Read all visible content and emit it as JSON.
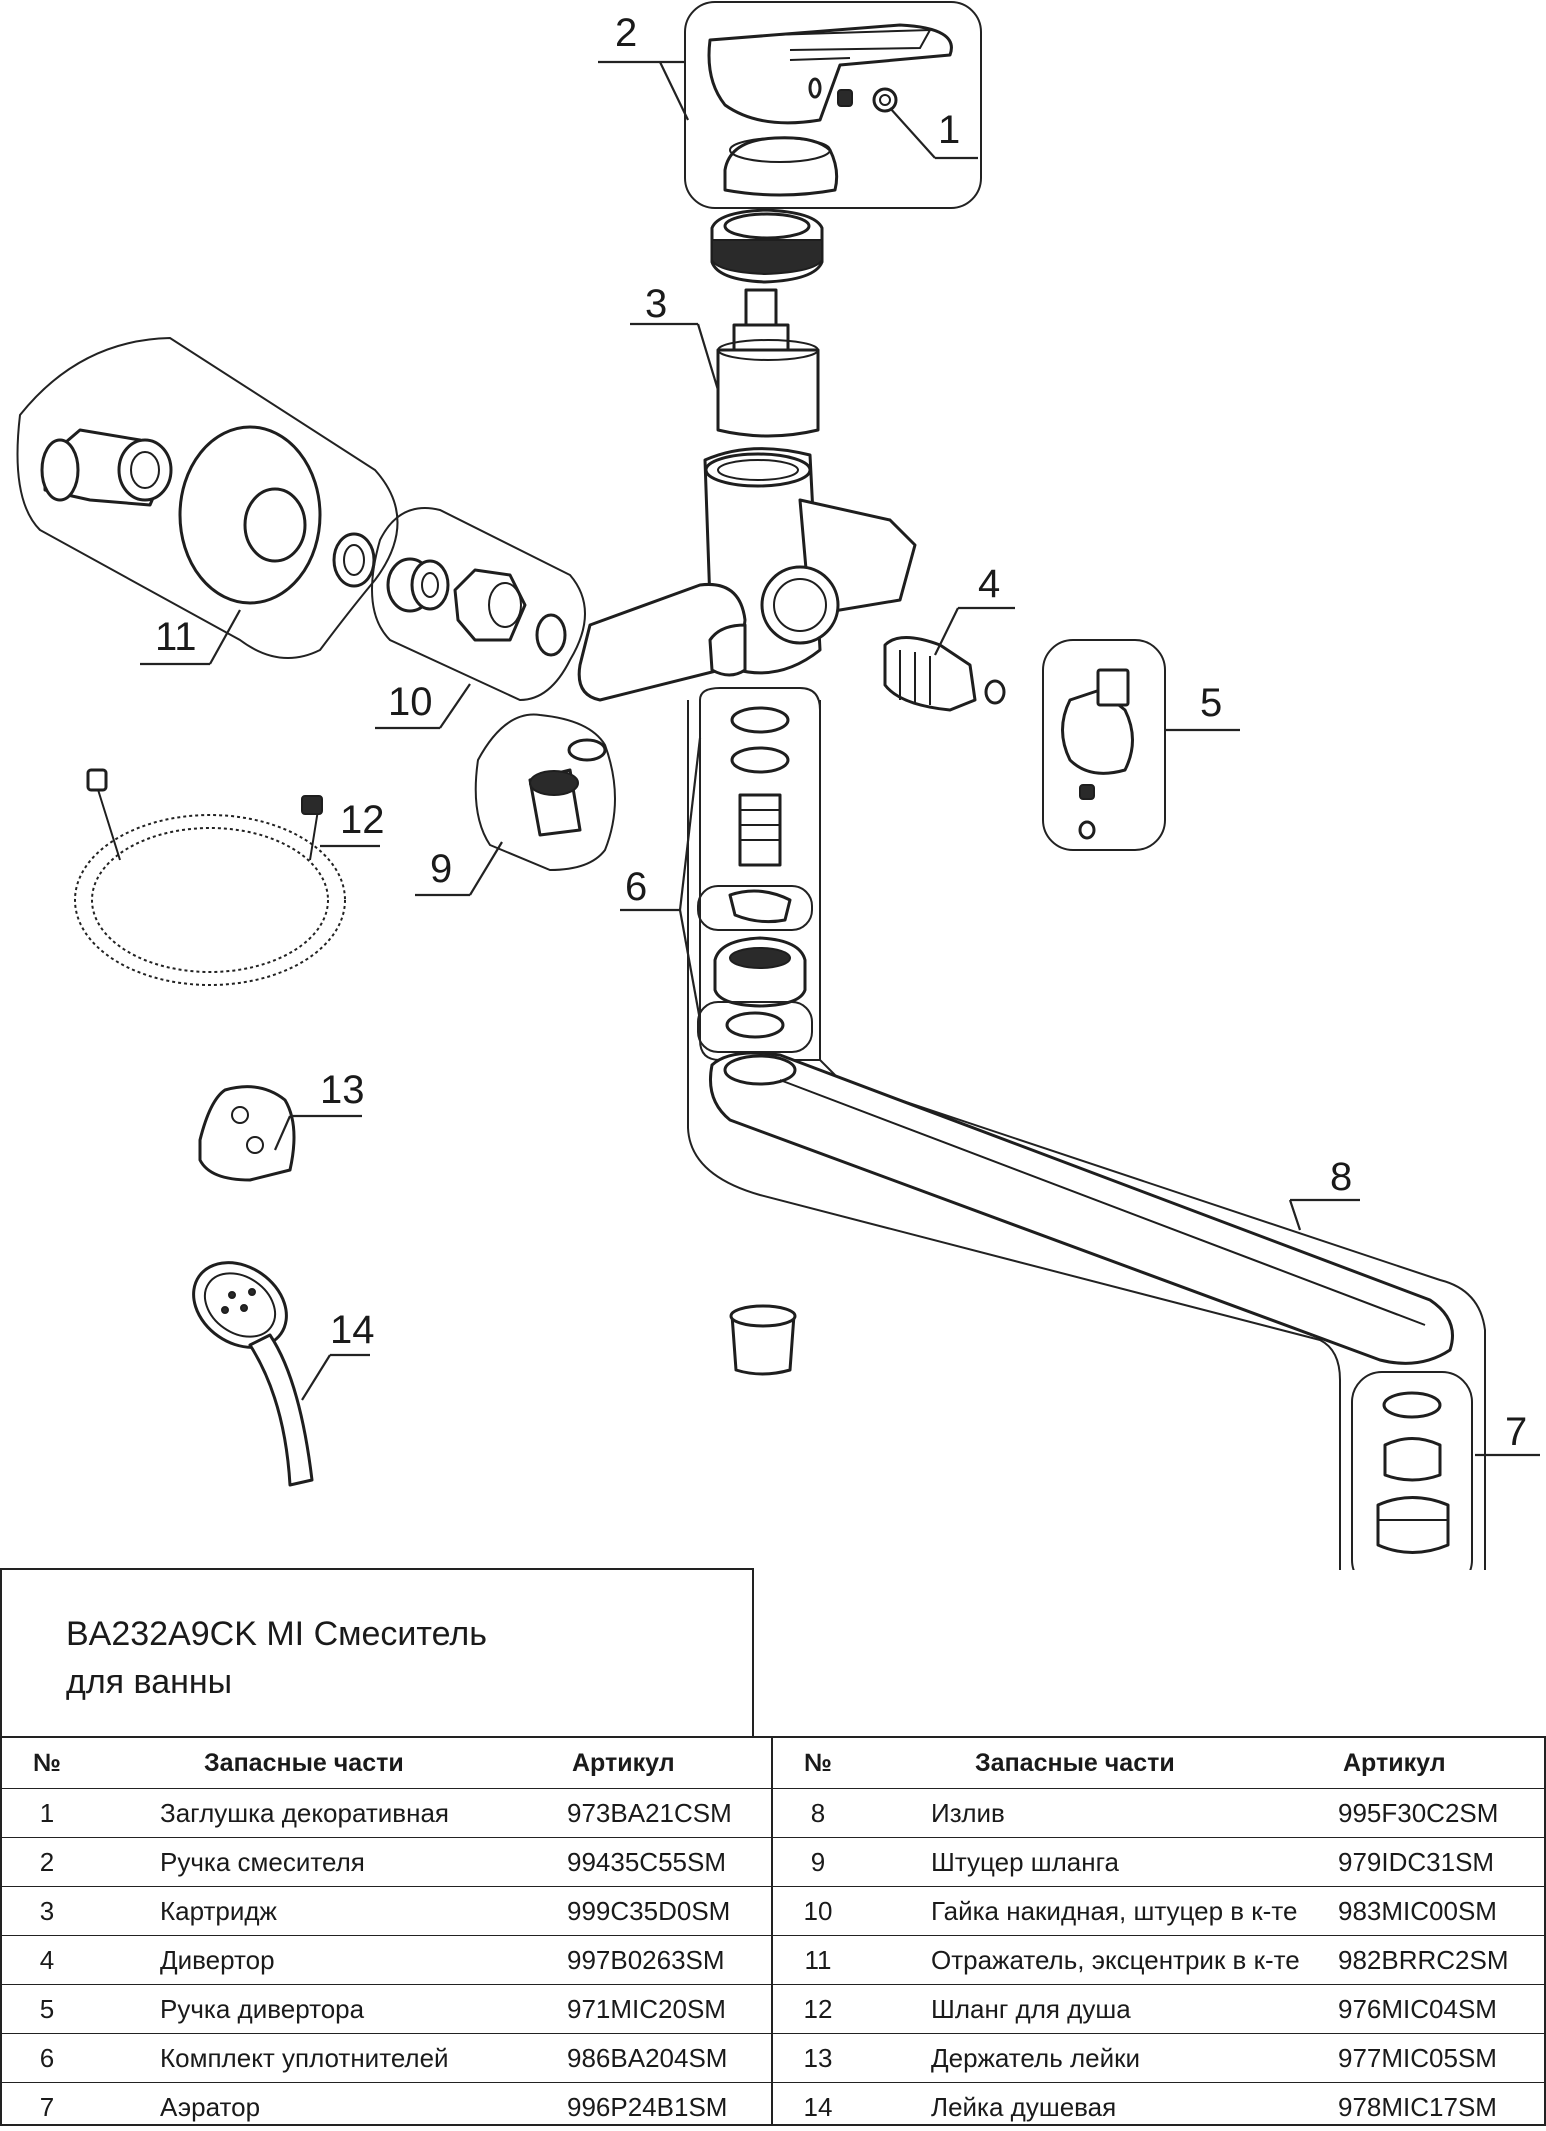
{
  "title": {
    "line1": "BA232A9CK MI  Смеситель",
    "line2": "для ванны"
  },
  "callouts": [
    "1",
    "2",
    "3",
    "4",
    "5",
    "6",
    "7",
    "8",
    "9",
    "10",
    "11",
    "12",
    "13",
    "14"
  ],
  "table": {
    "headers": {
      "num": "№",
      "name": "Запасные части",
      "article": "Артикул"
    },
    "left": [
      {
        "num": "1",
        "name": "Заглушка декоративная",
        "article": "973BA21CSM"
      },
      {
        "num": "2",
        "name": "Ручка смесителя",
        "article": "99435C55SM"
      },
      {
        "num": "3",
        "name": "Картридж",
        "article": "999C35D0SM"
      },
      {
        "num": "4",
        "name": "Дивертор",
        "article": "997B0263SM"
      },
      {
        "num": "5",
        "name": "Ручка дивертора",
        "article": "971MIC20SM"
      },
      {
        "num": "6",
        "name": "Комплект уплотнителей",
        "article": "986BA204SM"
      },
      {
        "num": "7",
        "name": "Аэратор",
        "article": "996P24B1SM"
      }
    ],
    "right": [
      {
        "num": "8",
        "name": "Излив",
        "article": "995F30C2SM"
      },
      {
        "num": "9",
        "name": "Штуцер шланга",
        "article": "979IDC31SM"
      },
      {
        "num": "10",
        "name": "Гайка накидная, штуцер в к-те",
        "article": "983MIC00SM"
      },
      {
        "num": "11",
        "name": "Отражатель, эксцентрик в к-те",
        "article": "982BRRC2SM"
      },
      {
        "num": "12",
        "name": "Шланг для душа",
        "article": "976MIC04SM"
      },
      {
        "num": "13",
        "name": "Держатель лейки",
        "article": "977MIC05SM"
      },
      {
        "num": "14",
        "name": "Лейка душевая",
        "article": "978MIC17SM"
      }
    ]
  }
}
